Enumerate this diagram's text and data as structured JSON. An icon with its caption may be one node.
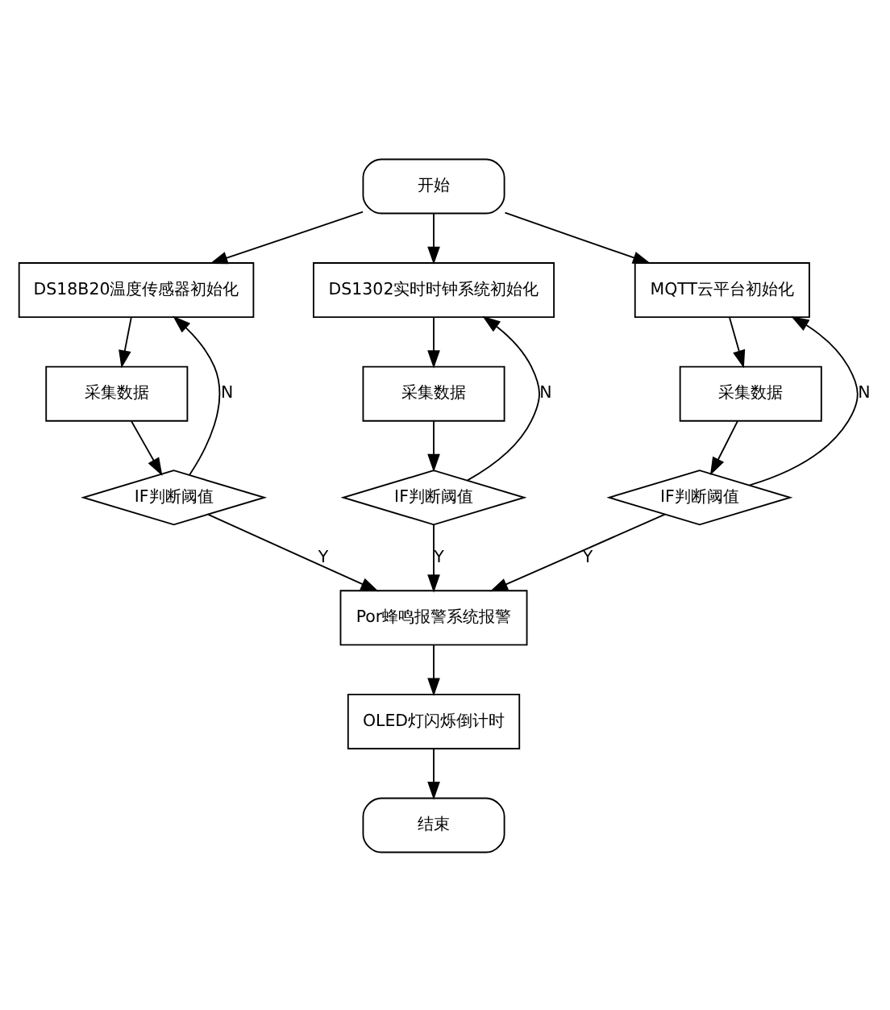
{
  "diagram": {
    "nodes": [
      {
        "text": [
          "开始"
        ]
      },
      {
        "text": [
          "DS18B20温度传感器初始化"
        ]
      },
      {
        "text": [
          "采集数据"
        ]
      },
      {
        "text": [
          "IF判断阈值"
        ]
      },
      {
        "text": [
          "DS1302实时时钟系统初始化"
        ]
      },
      {
        "text": [
          "采集数据"
        ]
      },
      {
        "text": [
          "IF判断阈值"
        ]
      },
      {
        "text": [
          "MQTT云平台初始化"
        ]
      },
      {
        "text": [
          "采集数据"
        ]
      },
      {
        "text": [
          "IF判断阈值"
        ]
      },
      {
        "text": [
          "Por蜂鸣报警系统报警"
        ]
      },
      {
        "text": [
          "OLED灯闪烁倒计时"
        ]
      },
      {
        "text": [
          "结束"
        ]
      }
    ],
    "edges": [
      {
        "from": 0,
        "to": 1,
        "arrow": "to"
      },
      {
        "from": 0,
        "to": 4,
        "arrow": "to"
      },
      {
        "from": 0,
        "to": 7,
        "arrow": "to"
      },
      {
        "from": 1,
        "to": 2,
        "arrow": "to"
      },
      {
        "from": 2,
        "to": 3,
        "arrow": "to"
      },
      {
        "from": 3,
        "to": 1,
        "arrow": "to",
        "label": "N"
      },
      {
        "from": 3,
        "to": 10,
        "arrow": "to",
        "label": "Y"
      },
      {
        "from": 4,
        "to": 5,
        "arrow": "to"
      },
      {
        "from": 5,
        "to": 6,
        "arrow": "to"
      },
      {
        "from": 6,
        "to": 4,
        "arrow": "to",
        "label": "N"
      },
      {
        "from": 6,
        "to": 10,
        "arrow": "to",
        "label": "Y"
      },
      {
        "from": 7,
        "to": 8,
        "arrow": "to"
      },
      {
        "from": 8,
        "to": 9,
        "arrow": "to"
      },
      {
        "from": 9,
        "to": 7,
        "arrow": "to",
        "label": "N"
      },
      {
        "from": 9,
        "to": 10,
        "arrow": "to",
        "label": "Y"
      },
      {
        "from": 10,
        "to": 11,
        "arrow": "to"
      },
      {
        "from": 11,
        "to": 12,
        "arrow": "to"
      }
    ]
  }
}
